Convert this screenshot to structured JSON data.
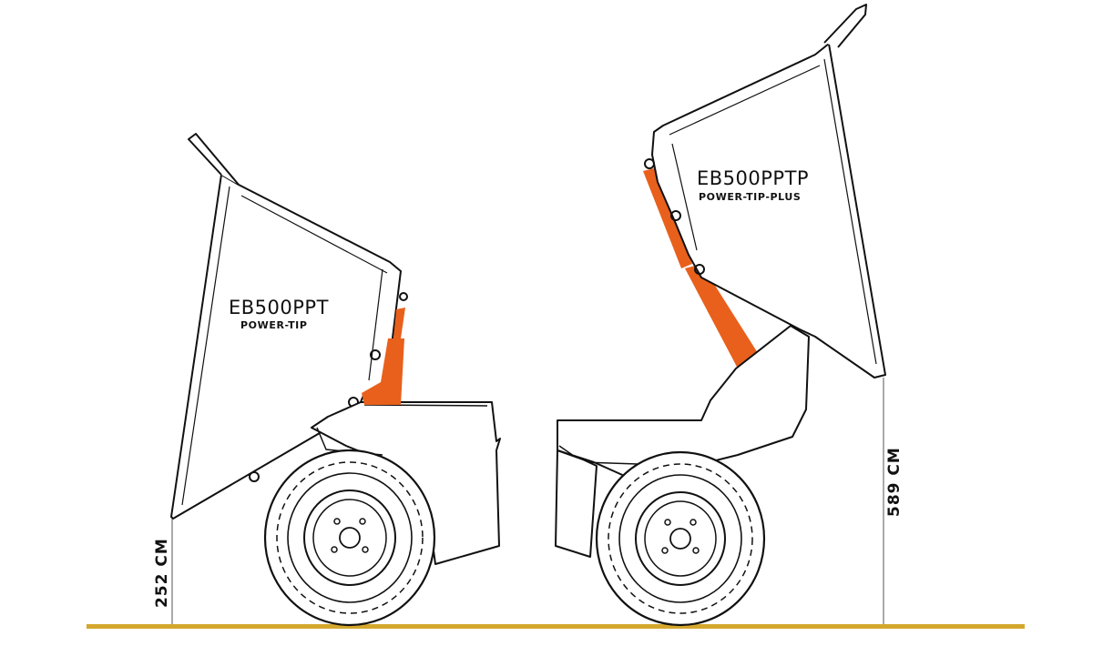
{
  "machines": [
    {
      "model": "EB500PPT",
      "variant": "POWER-TIP",
      "height_label": "252 CM"
    },
    {
      "model": "EB500PPTP",
      "variant": "POWER-TIP-PLUS",
      "height_label": "589 CM"
    }
  ],
  "colors": {
    "ram": "#e8601c",
    "ground": "#d4a72c",
    "outline": "#111111"
  },
  "icons": [
    "dumper-left-icon",
    "dumper-right-icon",
    "wheel-icon",
    "hydraulic-ram-icon"
  ]
}
